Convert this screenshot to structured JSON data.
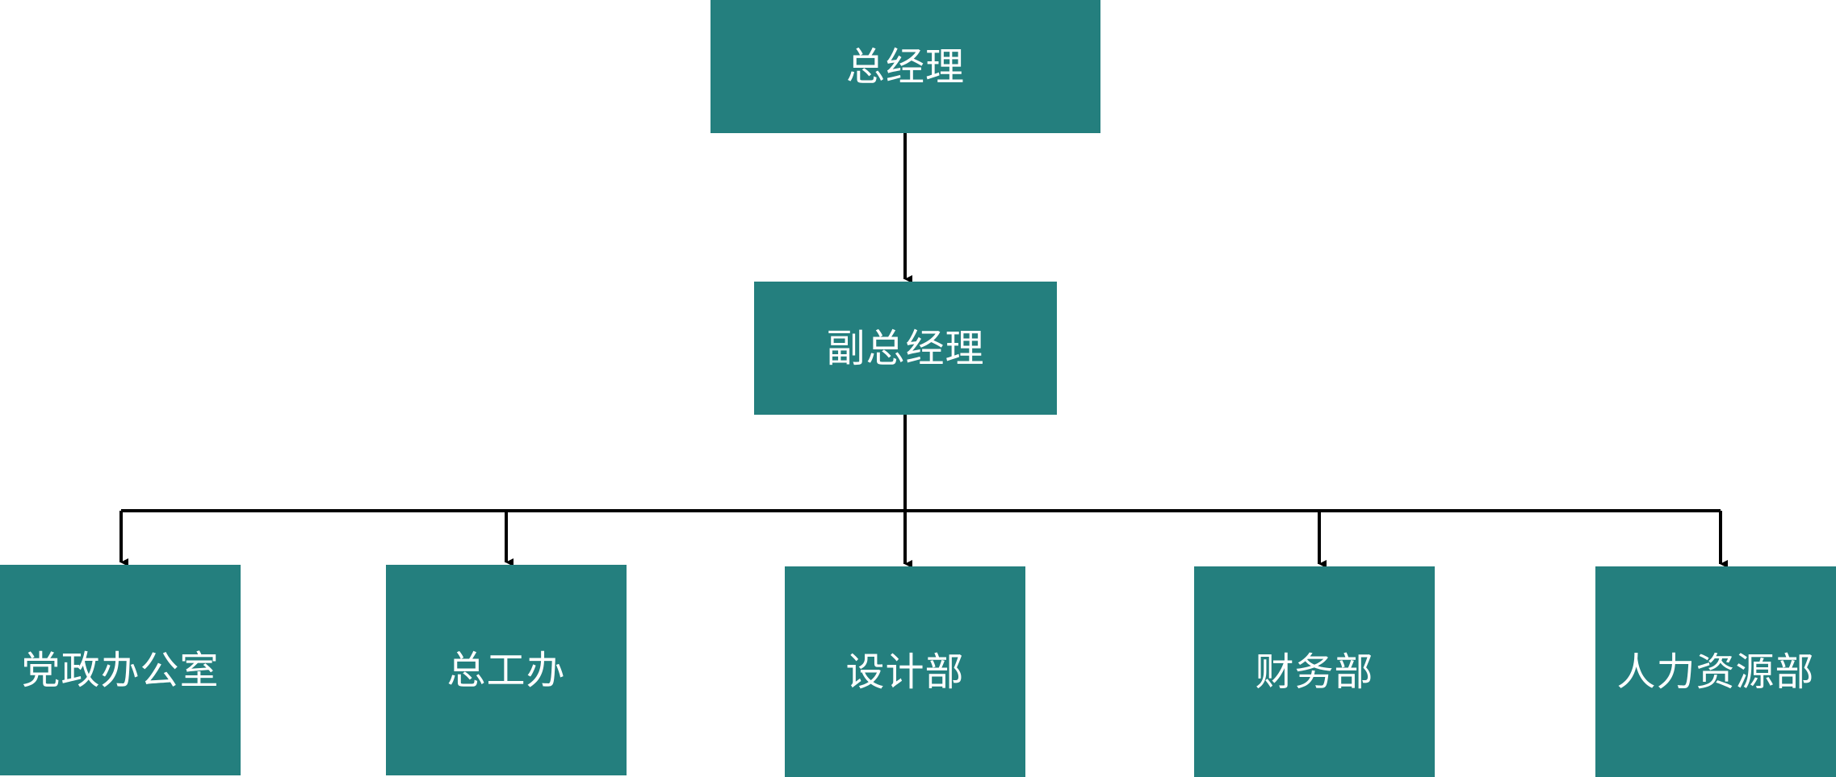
{
  "org_chart": {
    "general_manager": "总经理",
    "deputy_general_manager": "副总经理",
    "departments": [
      "党政办公室",
      "总工办",
      "设计部",
      "财务部",
      "人力资源部"
    ]
  },
  "colors": {
    "node_fill": "#247f7e",
    "node_text": "#ffffff",
    "connector": "#000000",
    "background": "#ffffff"
  }
}
